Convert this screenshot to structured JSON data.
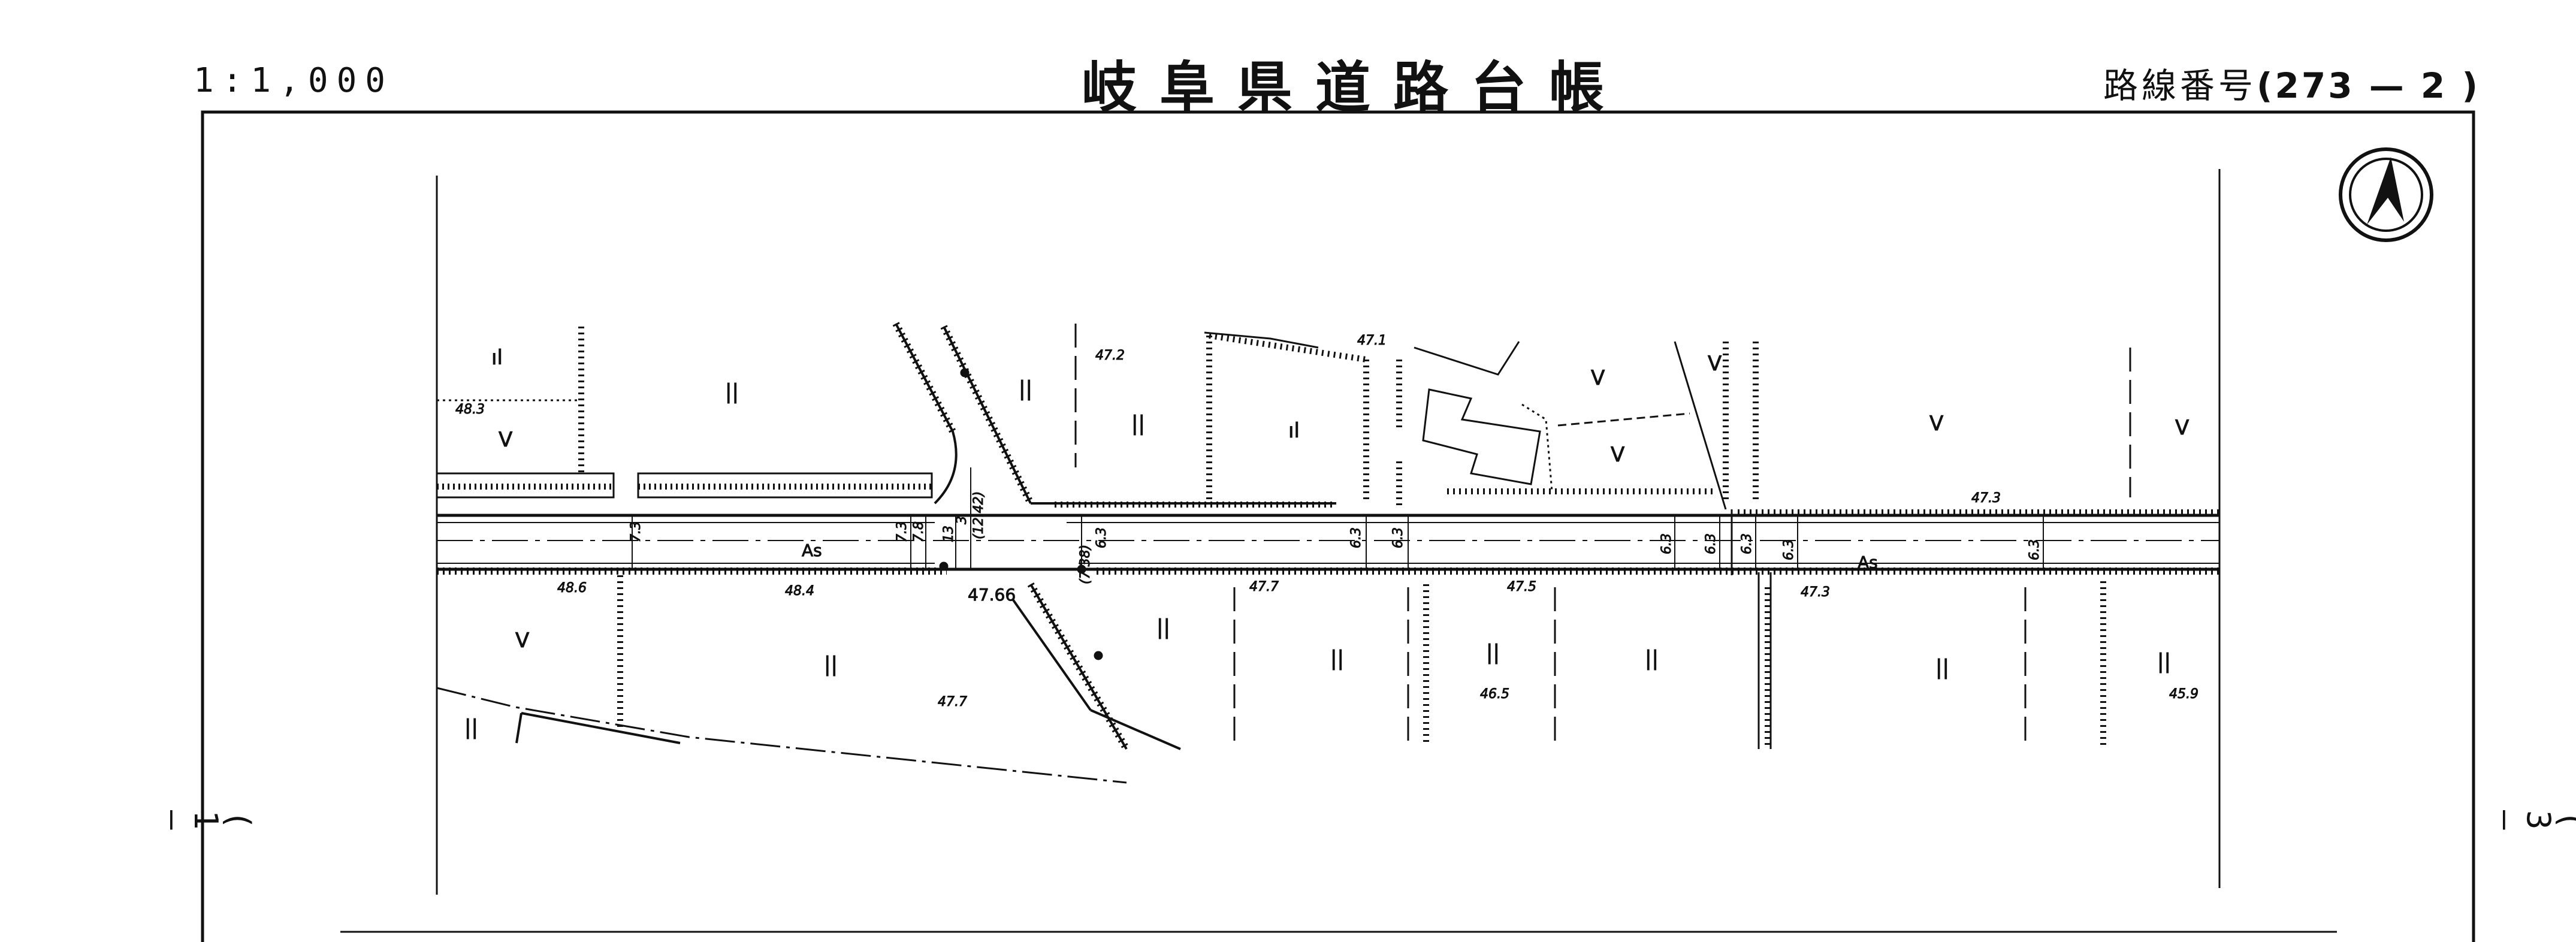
{
  "header": {
    "scale": "1:1,000",
    "title": "岐阜県道路台帳",
    "route_label": "路線番号",
    "route_number": "(273 — 2 )"
  },
  "side_labels": {
    "left": "( 1 —",
    "right": "( 3 —"
  },
  "map": {
    "pavement_labels": [
      "As",
      "As"
    ],
    "elevations": [
      "48.3",
      "48.6",
      "48.4",
      "47.66",
      "47.7",
      "47.2",
      "47.1",
      "47.3",
      "47.7",
      "47.5",
      "47.3",
      "46.5",
      "45.9"
    ],
    "widths": [
      "7.3",
      "7.3",
      "7.8",
      "13",
      "3",
      "(12.42)",
      "(7.38)",
      "6.3",
      "6.3",
      "6.3",
      "6.3",
      "6.3",
      "6.3",
      "6.3",
      "6.3"
    ],
    "land_symbols": {
      "field": "||",
      "farm": "V",
      "orchard": "ıl"
    }
  }
}
